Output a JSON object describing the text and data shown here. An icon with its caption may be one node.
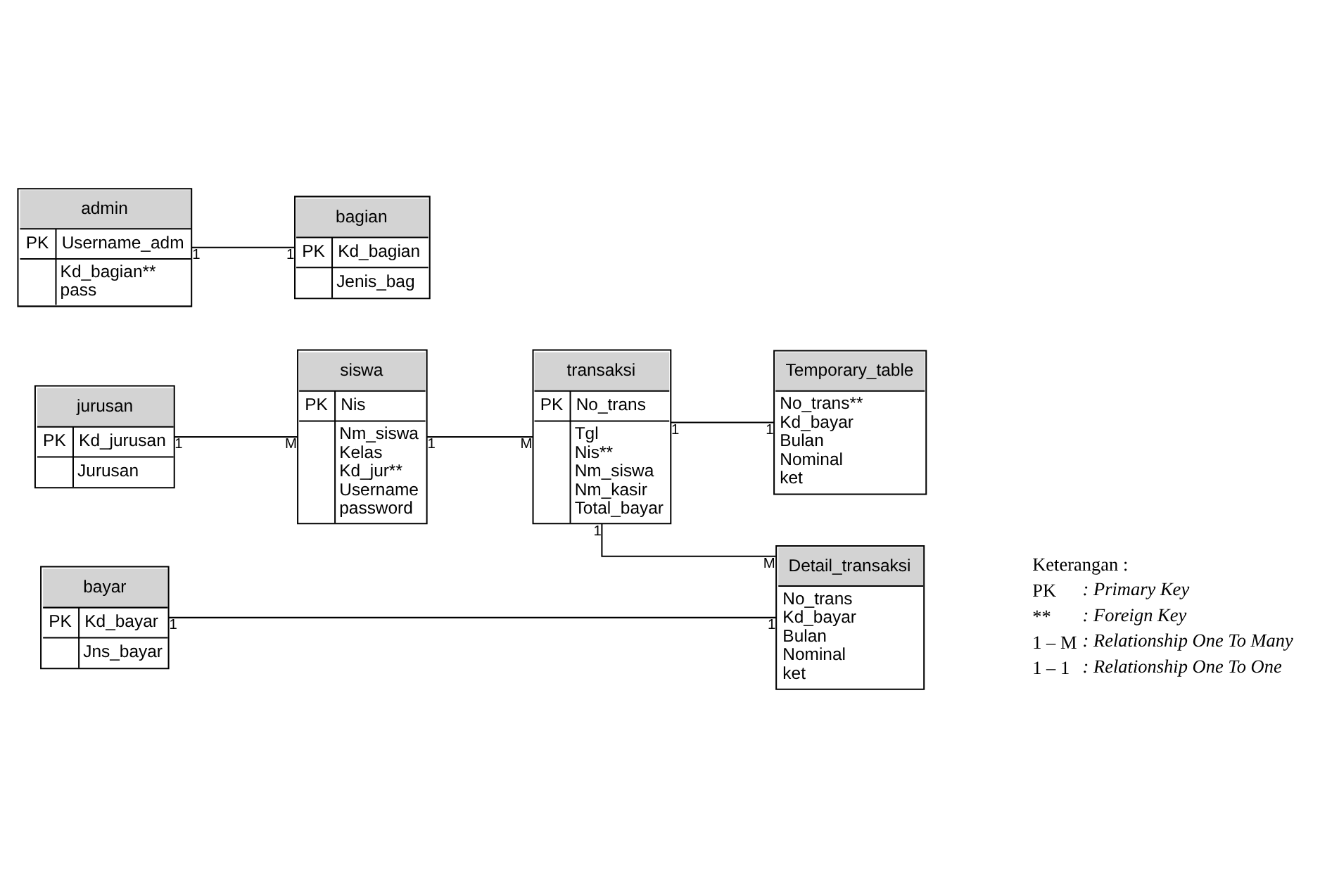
{
  "diagram": {
    "nodes": [
      {
        "text": [
          "jurusan",
          "PK",
          "Kd_jurusan",
          "Jurusan"
        ]
      },
      {
        "text": [
          "siswa",
          "PK",
          "Nis",
          "Nm_siswa",
          "Kelas",
          "Kd_jur**",
          "Username",
          "password"
        ]
      },
      {
        "text": [
          "transaksi",
          "PK",
          "No_trans",
          "Tgl",
          "Nis**",
          "Nm_siswa",
          "Nm_kasir",
          "Total_bayar"
        ]
      },
      {
        "text": [
          "Temporary_table",
          "No_trans**",
          "Kd_bayar",
          "Bulan",
          "Nominal",
          "ket"
        ]
      },
      {
        "text": [
          "Detail_transaksi",
          "No_trans",
          "Kd_bayar",
          "Bulan",
          "Nominal",
          "ket"
        ]
      },
      {
        "text": [
          "bayar",
          "PK",
          "Kd_bayar",
          "Jns_bayar"
        ]
      },
      {
        "text": [
          "admin",
          "PK",
          "Username_adm",
          "Kd_bagian**",
          "pass"
        ]
      },
      {
        "text": [
          "bagian",
          "PK",
          "Kd_bagian",
          "Jenis_bag"
        ]
      }
    ],
    "edges": [
      {
        "from": 0,
        "to": 1,
        "arrow": "none"
      },
      {
        "from": 1,
        "to": 2,
        "arrow": "none"
      },
      {
        "from": 2,
        "to": 3,
        "arrow": "none"
      },
      {
        "from": 2,
        "to": 4,
        "arrow": "none"
      },
      {
        "from": 5,
        "to": 4,
        "arrow": "none"
      },
      {
        "from": 6,
        "to": 7,
        "arrow": "none"
      }
    ],
    "labels": [
      "1",
      "1",
      "1",
      "1",
      "1",
      "M",
      "M",
      "M",
      "1",
      "1",
      "1",
      "1",
      "Keterangan :",
      "PK",
      ": Primary Key",
      "**",
      ": Foreign Key",
      "1 – M",
      ": Relationship One To Many",
      "1 – 1",
      ": Relationship One To One"
    ]
  }
}
